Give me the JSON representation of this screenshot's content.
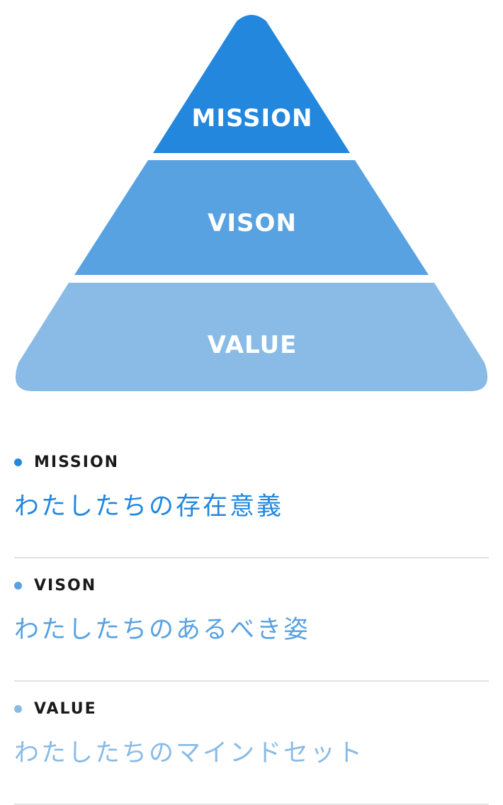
{
  "colors": {
    "mission": "#2387dd",
    "vision": "#59a2e1",
    "value": "#89bbe6",
    "divider": "#e2e2e2",
    "label_text": "#1a1a1a"
  },
  "pyramid": {
    "mission_label": "MISSION",
    "vision_label": "VISON",
    "value_label": "VALUE"
  },
  "items": [
    {
      "label": "MISSION",
      "description": "わたしたちの存在意義"
    },
    {
      "label": "VISON",
      "description": "わたしたちのあるべき姿"
    },
    {
      "label": "VALUE",
      "description": "わたしたちのマインドセット"
    }
  ]
}
